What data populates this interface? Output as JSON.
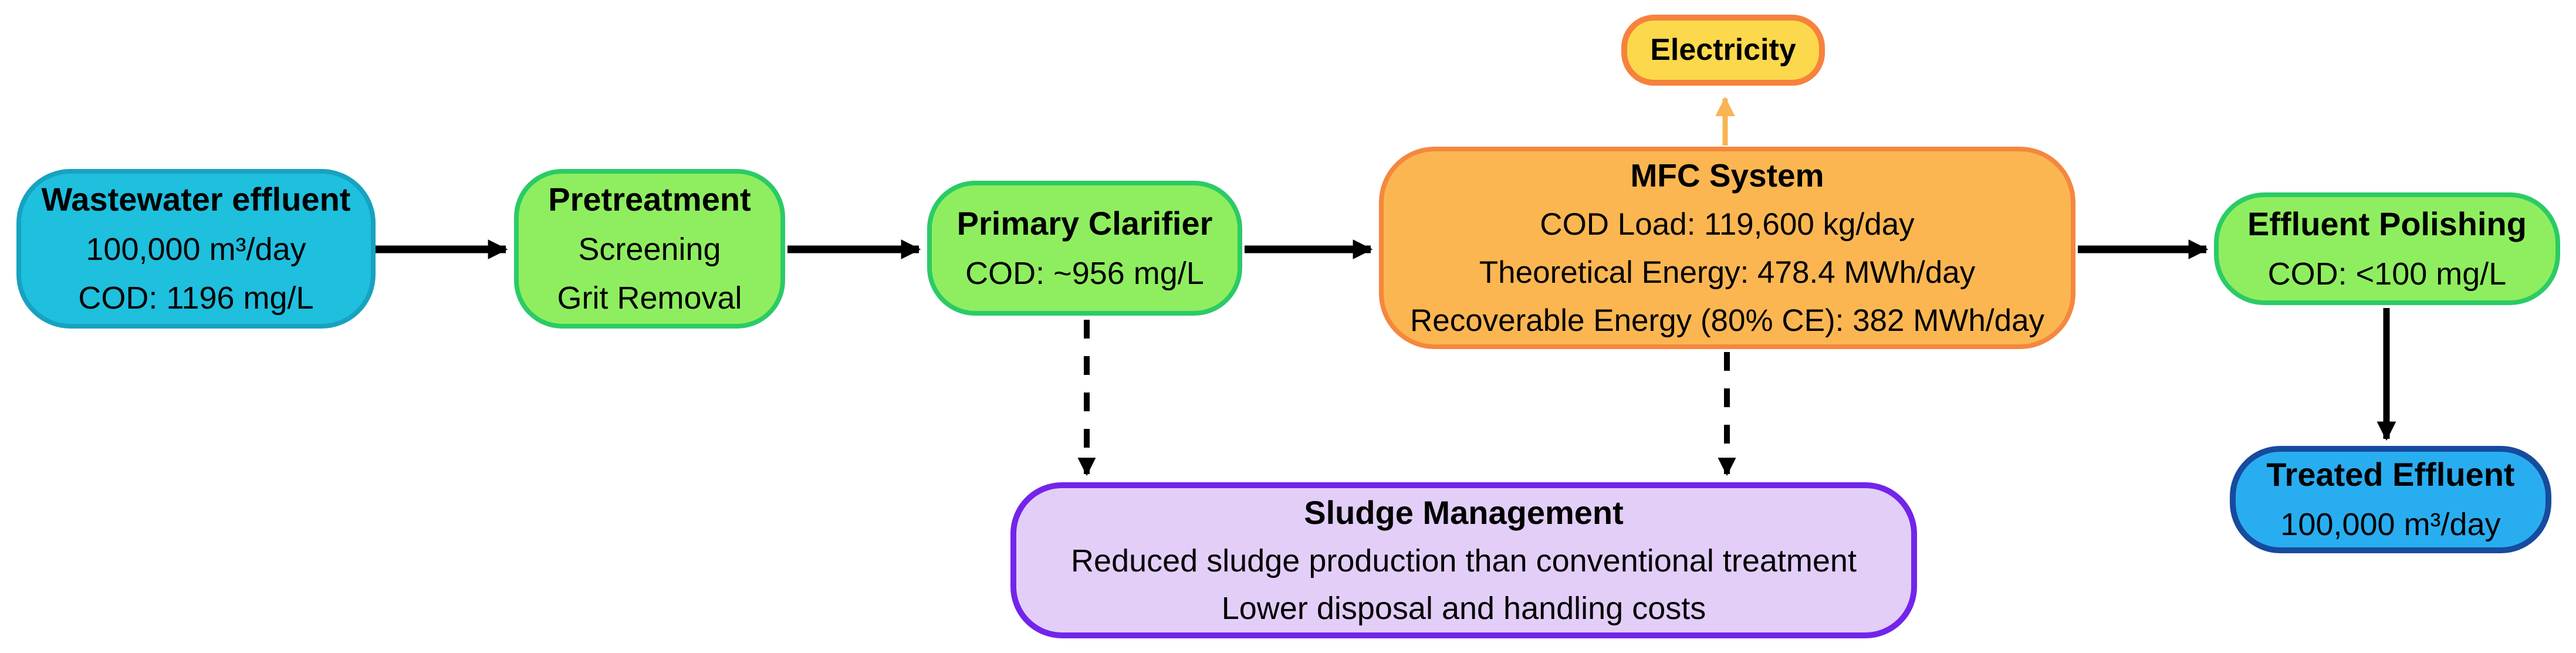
{
  "diagram": {
    "nodes": {
      "wastewater_effluent": {
        "title": "Wastewater effluent",
        "lines": [
          "100,000 m³/day",
          "COD: 1196 mg/L"
        ]
      },
      "pretreatment": {
        "title": "Pretreatment",
        "lines": [
          "Screening",
          "Grit Removal"
        ]
      },
      "primary_clarifier": {
        "title": "Primary Clarifier",
        "lines": [
          "COD: ~956 mg/L"
        ]
      },
      "mfc_system": {
        "title": "MFC System",
        "lines": [
          "COD Load: 119,600 kg/day",
          "Theoretical Energy: 478.4 MWh/day",
          "Recoverable Energy (80% CE): 382 MWh/day"
        ]
      },
      "electricity": {
        "title": "Electricity"
      },
      "effluent_polishing": {
        "title": "Effluent Polishing",
        "lines": [
          "COD: <100 mg/L"
        ]
      },
      "treated_effluent": {
        "title": "Treated Effluent",
        "lines": [
          "100,000 m³/day"
        ]
      },
      "sludge_management": {
        "title": "Sludge Management",
        "lines": [
          "Reduced sludge production than conventional treatment",
          "Lower disposal and handling costs"
        ]
      }
    },
    "edges": [
      {
        "from": "wastewater_effluent",
        "to": "pretreatment",
        "style": "solid-black"
      },
      {
        "from": "pretreatment",
        "to": "primary_clarifier",
        "style": "solid-black"
      },
      {
        "from": "primary_clarifier",
        "to": "mfc_system",
        "style": "solid-black"
      },
      {
        "from": "mfc_system",
        "to": "effluent_polishing",
        "style": "solid-black"
      },
      {
        "from": "mfc_system",
        "to": "electricity",
        "style": "solid-orange"
      },
      {
        "from": "primary_clarifier",
        "to": "sludge_management",
        "style": "dashed-black"
      },
      {
        "from": "mfc_system",
        "to": "sludge_management",
        "style": "dashed-black"
      },
      {
        "from": "effluent_polishing",
        "to": "treated_effluent",
        "style": "solid-black"
      }
    ],
    "colors": {
      "cyan_fill": "#1FBFDE",
      "cyan_border": "#17A2C0",
      "green_fill": "#8FEE5F",
      "green_border": "#2BCB66",
      "orange_fill": "#FBB651",
      "orange_border": "#F5873F",
      "yellow_fill": "#FCD84C",
      "yellow_border": "#F6823D",
      "blue_fill": "#29ADF1",
      "blue_border": "#164B9E",
      "purple_fill": "#E3CEF8",
      "purple_border": "#7225EA",
      "flow_arrow": "#000000",
      "energy_arrow": "#F9B453"
    }
  }
}
